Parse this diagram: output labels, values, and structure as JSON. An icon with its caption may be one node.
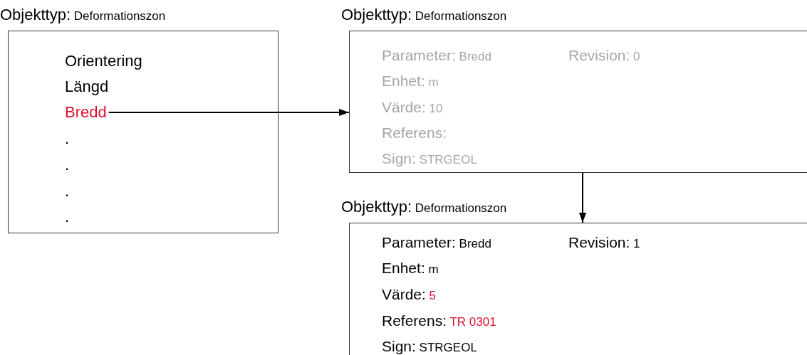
{
  "diagram": {
    "nodes": [
      {
        "text": [
          "Objekttyp: Deformationszon",
          "Orientering",
          "Längd",
          ".",
          ".",
          ".",
          "."
        ]
      },
      {
        "text": [
          "Bredd"
        ],
        "in": 0
      },
      {
        "text": [
          "Objekttyp: Deformationszon",
          "Parameter: Bredd",
          "Revision: 0",
          "Enhet: m",
          "Värde: 10",
          "Referens:",
          "Sign: STRGEOL"
        ]
      },
      {
        "text": [
          "Objekttyp: Deformationszon",
          "Parameter: Bredd",
          "Revision: 1",
          "Enhet: m",
          "Värde: 5",
          "Referens: TR 0301",
          "Sign: STRGEOL"
        ]
      }
    ],
    "edges": [
      {
        "from": 1,
        "to": 2,
        "arrow": "to"
      },
      {
        "from": 2,
        "to": 3,
        "arrow": "to"
      }
    ]
  }
}
